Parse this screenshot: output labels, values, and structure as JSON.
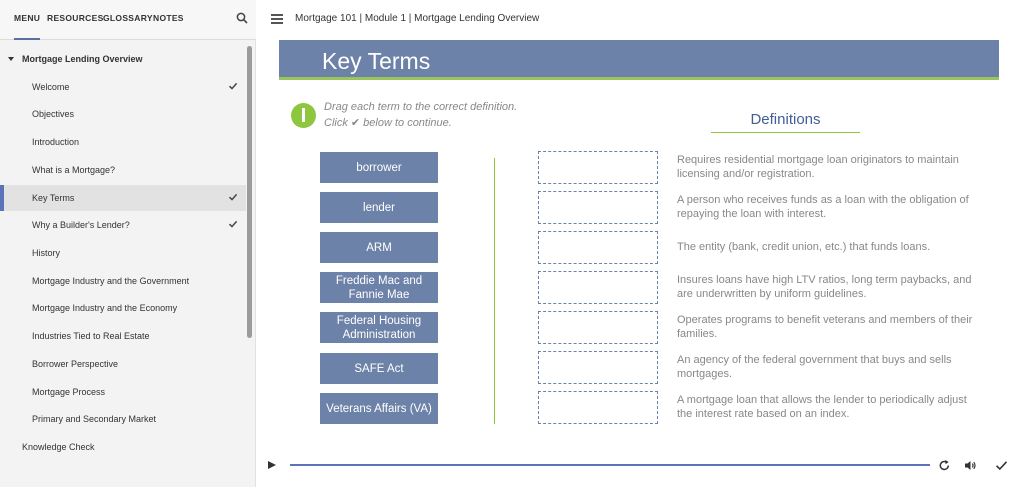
{
  "sidebar": {
    "tabs": [
      "MENU",
      "RESOURCES",
      "GLOSSARY",
      "NOTES"
    ],
    "section": "Mortgage Lending Overview",
    "items": [
      {
        "label": "Welcome",
        "checked": true
      },
      {
        "label": "Objectives",
        "checked": false
      },
      {
        "label": "Introduction",
        "checked": false
      },
      {
        "label": "What is a Mortgage?",
        "checked": false
      },
      {
        "label": "Key Terms",
        "checked": true
      },
      {
        "label": "Why a Builder's Lender?",
        "checked": true
      },
      {
        "label": "History",
        "checked": false
      },
      {
        "label": "Mortgage Industry and the Government",
        "checked": false
      },
      {
        "label": "Mortgage Industry and the Economy",
        "checked": false
      },
      {
        "label": "Industries Tied to Real Estate",
        "checked": false
      },
      {
        "label": "Borrower Perspective",
        "checked": false
      },
      {
        "label": "Mortgage Process",
        "checked": false
      },
      {
        "label": "Primary and Secondary Market",
        "checked": false
      }
    ],
    "knowledge_check": "Knowledge Check"
  },
  "header": {
    "breadcrumb": "Mortgage 101 | Module 1 | Mortgage Lending Overview"
  },
  "slide": {
    "title": "Key Terms",
    "instruction_1": "Drag each term to the correct definition.",
    "instruction_2": "Click ✔ below to continue.",
    "definitions_heading": "Definitions",
    "terms": [
      "borrower",
      "lender",
      "ARM",
      "Freddie Mac and Fannie Mae",
      "Federal Housing Administration",
      "SAFE Act",
      "Veterans Affairs (VA)"
    ],
    "definitions": [
      "Requires residential mortgage loan originators to maintain licensing and/or registration.",
      "A person who receives funds as a loan with the obligation of repaying the loan with interest.",
      "The entity (bank, credit union, etc.) that funds loans.",
      "Insures loans have high LTV ratios, long term paybacks, and are underwritten by uniform guidelines.",
      "Operates programs to benefit veterans and members of their families.",
      "An agency of the federal government that buys and sells mortgages.",
      "A mortgage loan that allows the lender to periodically adjust the interest rate based on an index."
    ]
  },
  "player": {
    "icons": [
      "play-icon",
      "replay-icon",
      "volume-icon",
      "submit-check-icon"
    ]
  },
  "colors": {
    "accent_blue": "#6d82a8",
    "accent_green": "#8ec63f",
    "heading_blue": "#3f5f95"
  }
}
